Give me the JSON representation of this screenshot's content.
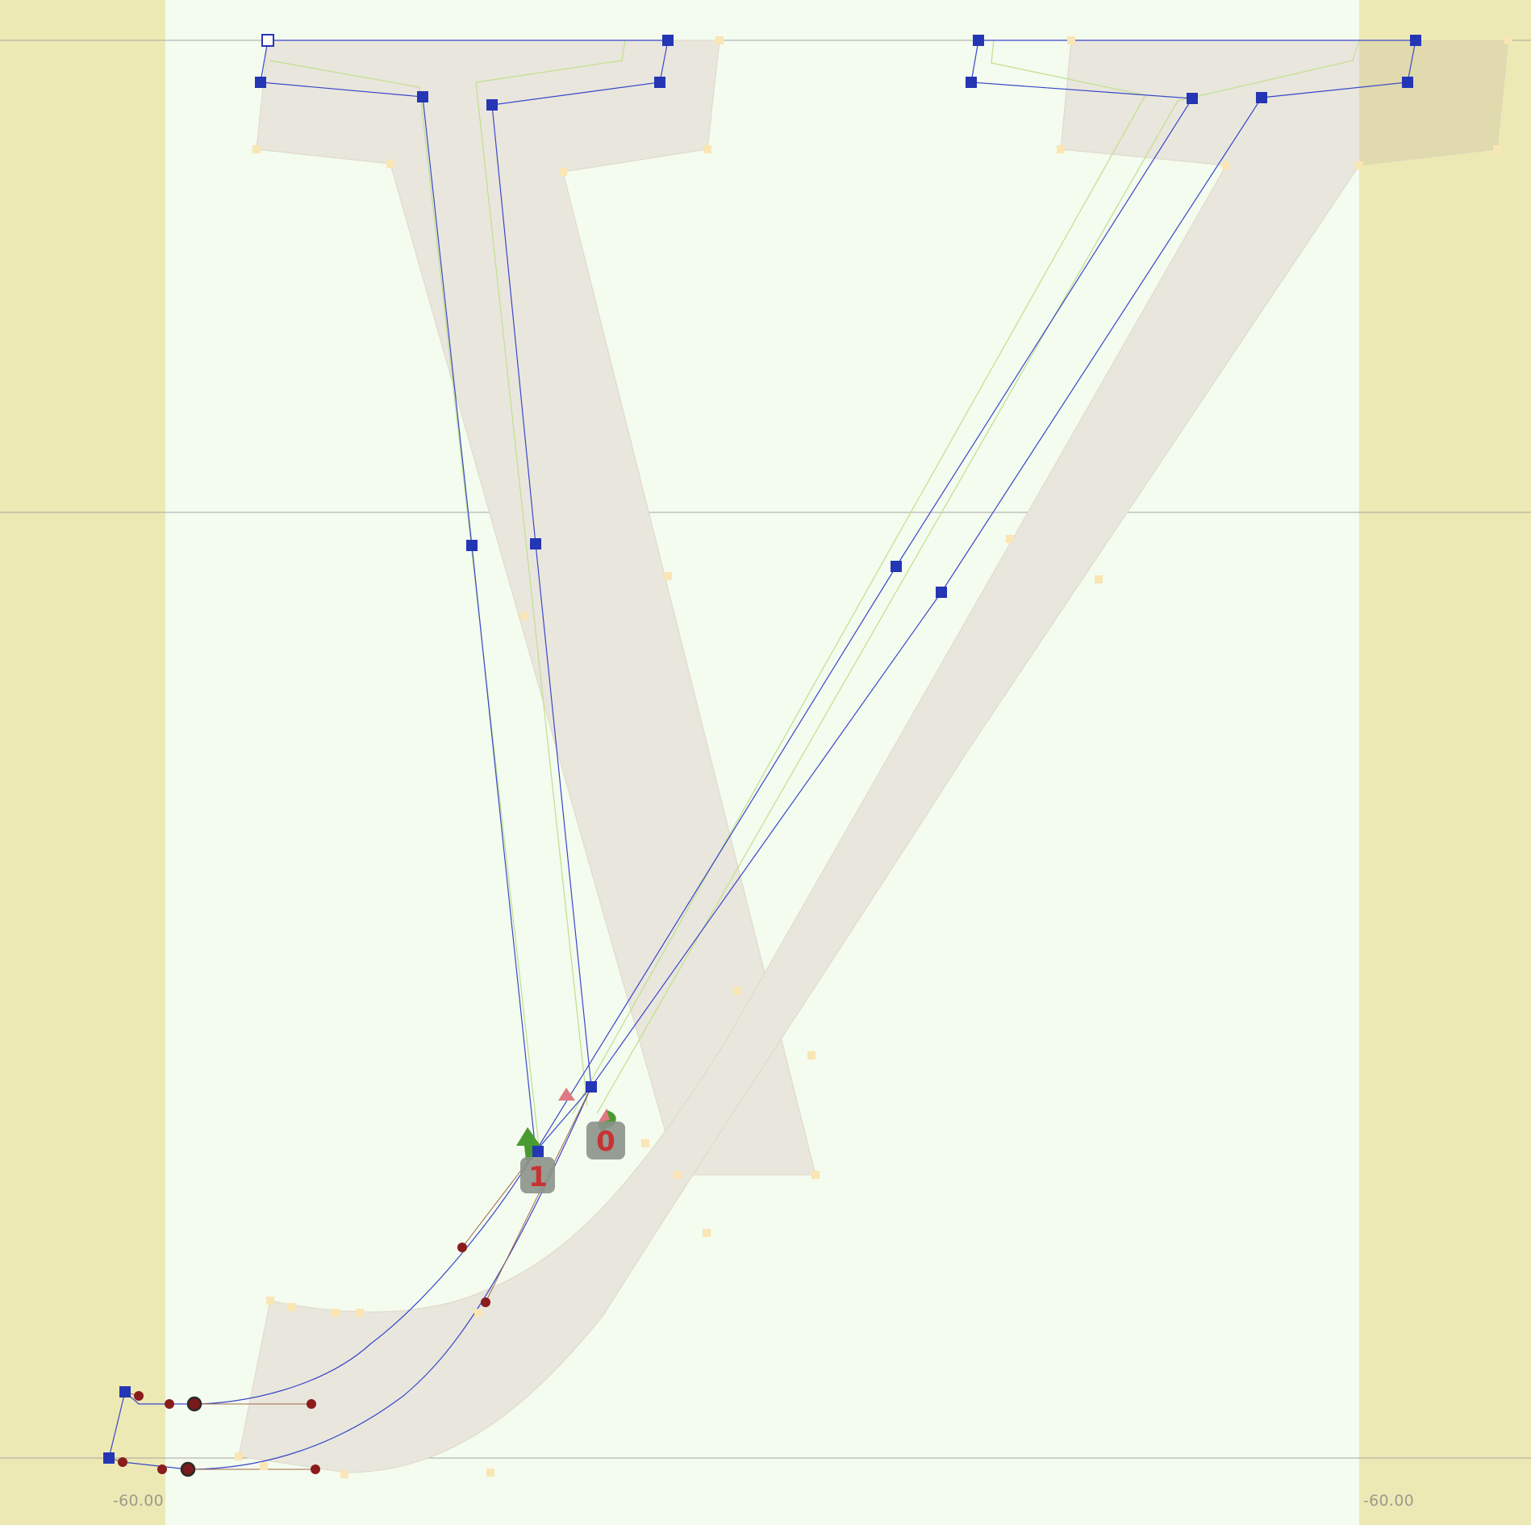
{
  "editor": {
    "left_metric_label": "-60.00",
    "right_metric_label": "-60.00",
    "contour_order_labels": [
      "1",
      "0"
    ]
  },
  "colors": {
    "canvas_background": "#f4fbef",
    "sidebearing_fill": "#ede9b5",
    "glyph_fill": "#e9e6dd",
    "outline_stroke": "#3848c8",
    "on_curve_node": "#2436b4",
    "off_curve_handle": "#8a1c1c",
    "guide_line": "#bfe08c",
    "background_node": "#fae5b4",
    "start_direction_arrow": "#4a9a32",
    "start_marker_triangle": "#e07a82",
    "order_badge": "#8c928a",
    "order_label_text": "#c83232",
    "metric_line": "#a6a6a0"
  },
  "icons": {
    "start_point": "arrow-icon",
    "node": "square-node-icon",
    "handle": "circle-handle-icon"
  }
}
